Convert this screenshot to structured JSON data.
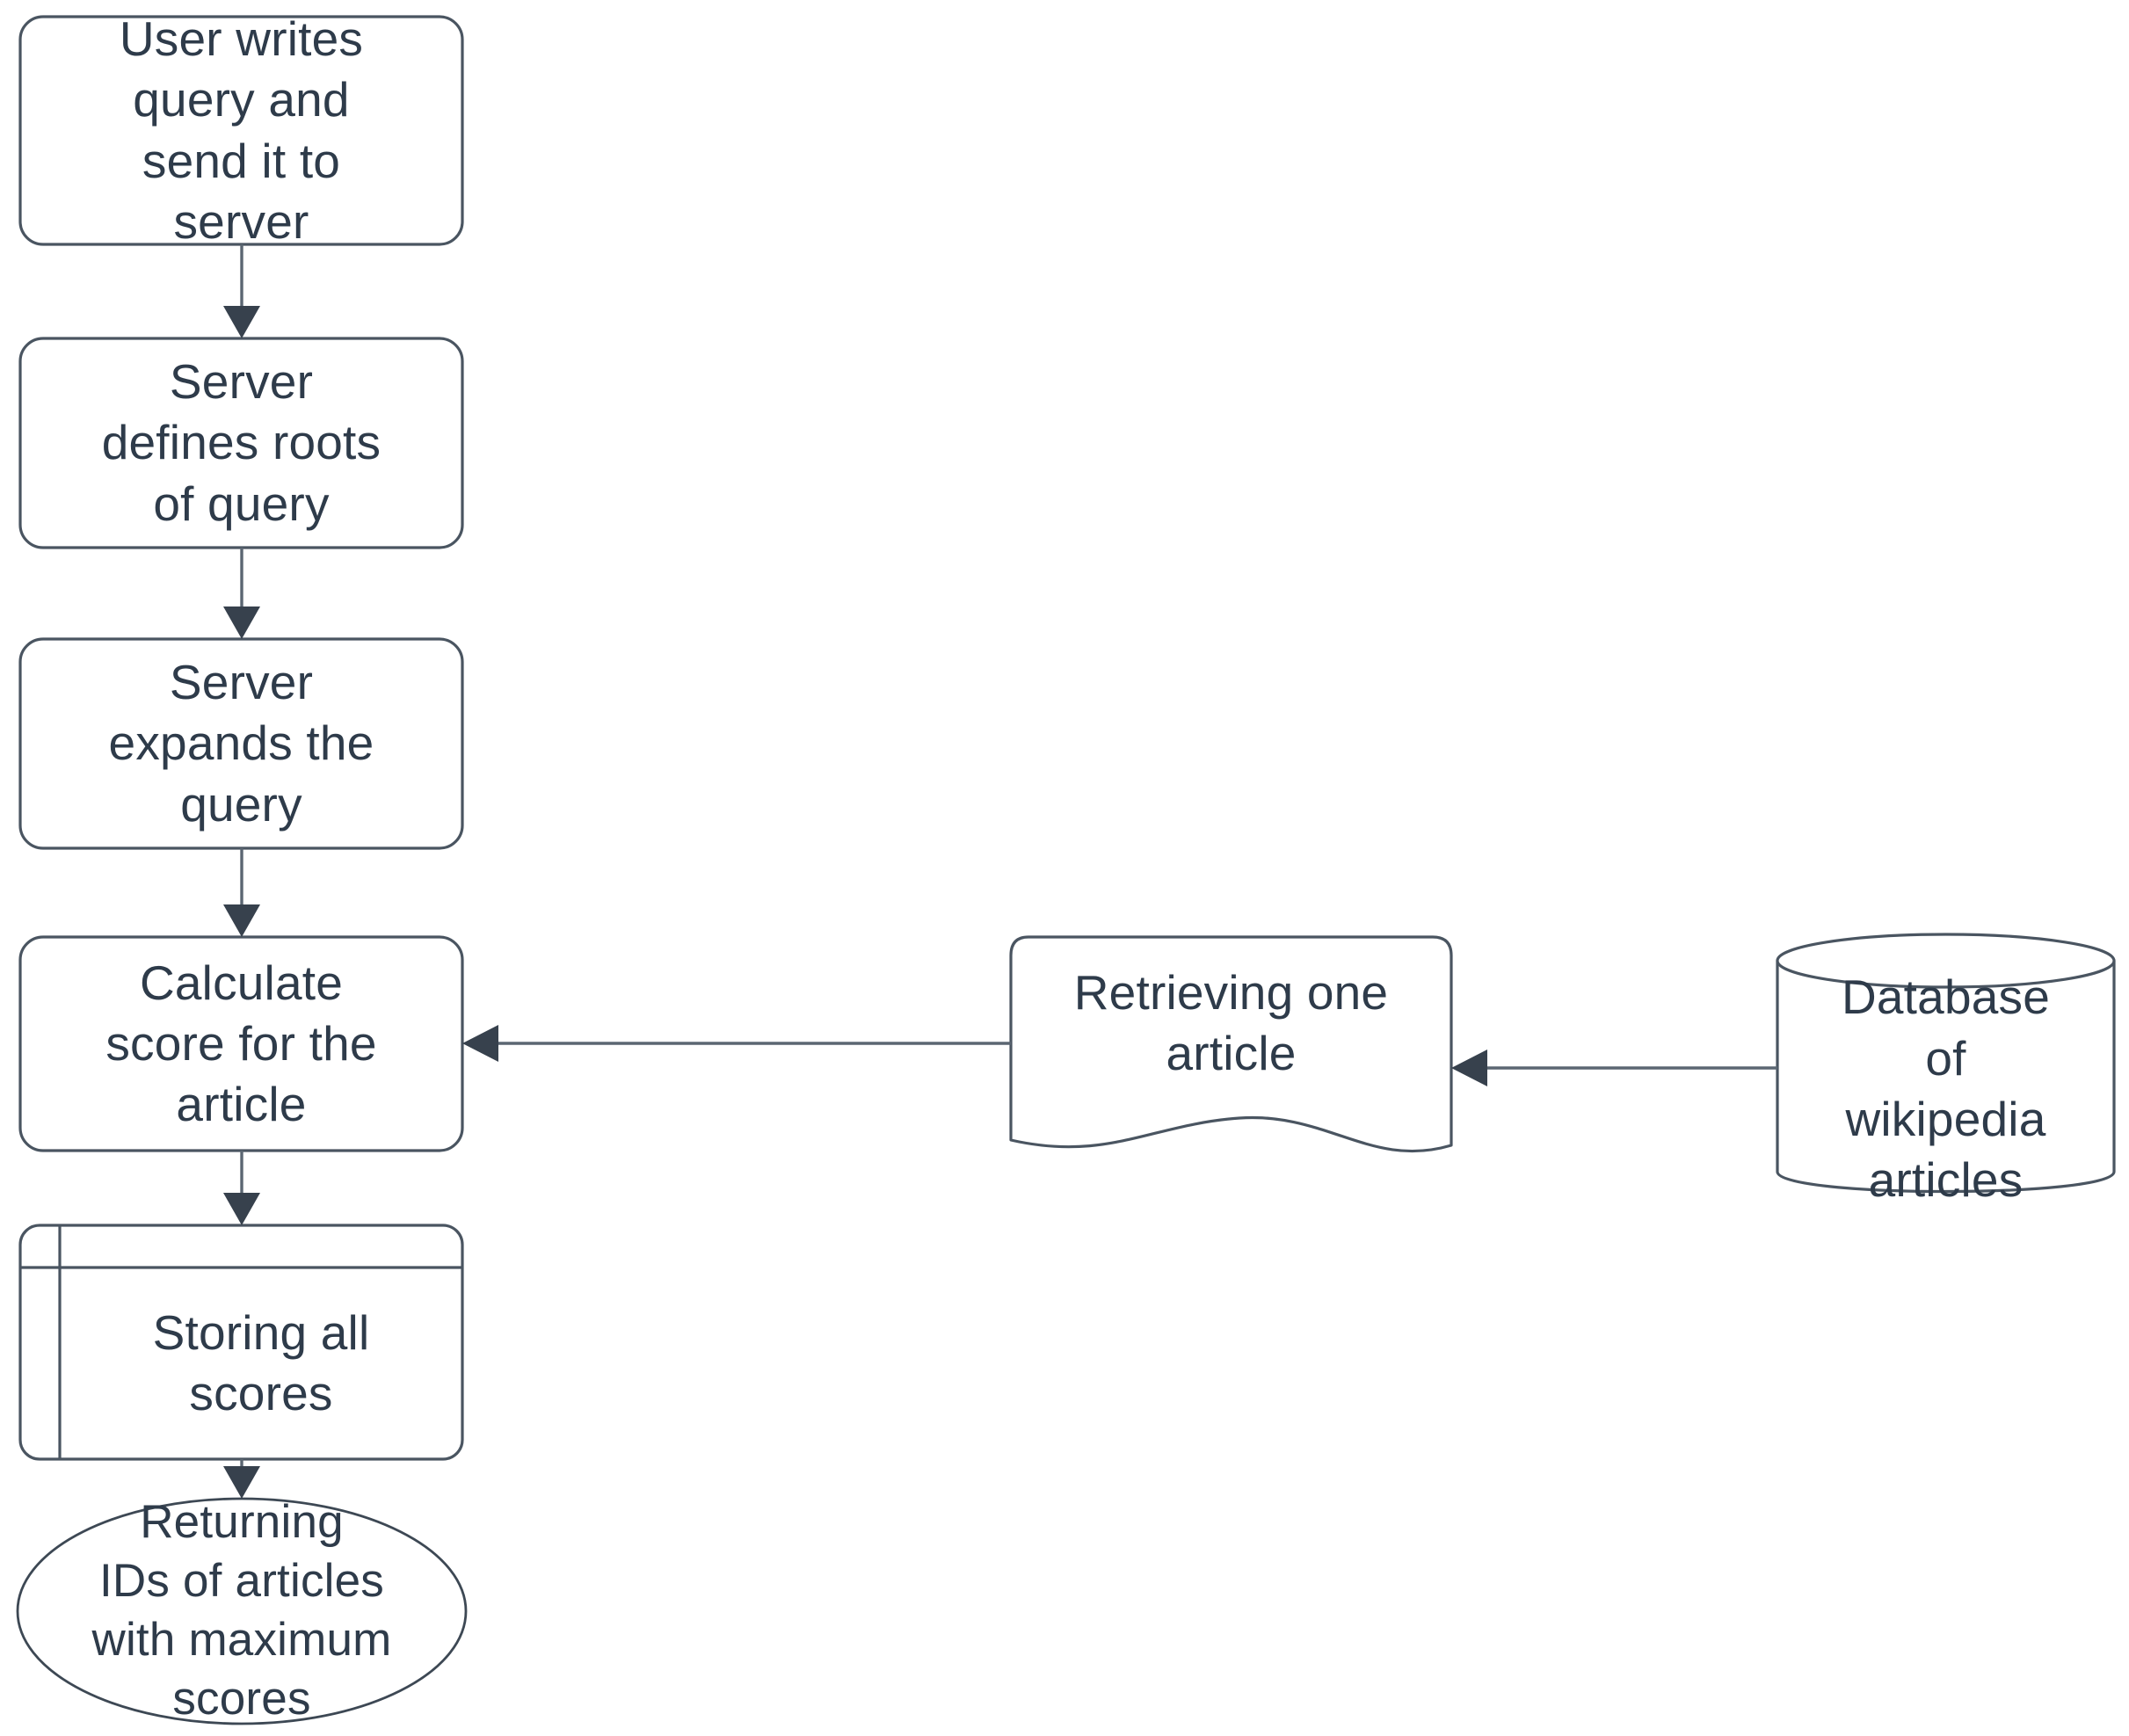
{
  "diagram": {
    "title": "Wikipedia article search pipeline flowchart",
    "theme": {
      "background": "#ffffff",
      "stroke": "#4a5561",
      "text": "#2e3b4a",
      "arrow": "#37414d",
      "connector": "#5b6672"
    },
    "nodes": [
      {
        "id": "user-writes-query",
        "shape": "rounded-rectangle",
        "label": "User writes\nquery and\nsend it to\nserver"
      },
      {
        "id": "server-defines-roots",
        "shape": "rounded-rectangle",
        "label": "Server\ndefines roots\nof query"
      },
      {
        "id": "server-expands-query",
        "shape": "rounded-rectangle",
        "label": "Server\nexpands the\nquery"
      },
      {
        "id": "calculate-score",
        "shape": "rounded-rectangle",
        "label": "Calculate\nscore for the\narticle"
      },
      {
        "id": "storing-all-scores",
        "shape": "internal-storage",
        "label": "Storing all\nscores"
      },
      {
        "id": "returning-ids",
        "shape": "ellipse",
        "label": "Returning\nIDs of articles\nwith maximum\nscores"
      },
      {
        "id": "retrieving-one-article",
        "shape": "document",
        "label": "Retrieving one\narticle"
      },
      {
        "id": "database-wikipedia",
        "shape": "cylinder",
        "label": "Database\nof\nwikipedia\narticles"
      }
    ],
    "edges": [
      {
        "id": "edge-1",
        "from": "user-writes-query",
        "to": "server-defines-roots",
        "direction": "down"
      },
      {
        "id": "edge-2",
        "from": "server-defines-roots",
        "to": "server-expands-query",
        "direction": "down"
      },
      {
        "id": "edge-3",
        "from": "server-expands-query",
        "to": "calculate-score",
        "direction": "down"
      },
      {
        "id": "edge-4",
        "from": "calculate-score",
        "to": "storing-all-scores",
        "direction": "down"
      },
      {
        "id": "edge-5",
        "from": "storing-all-scores",
        "to": "returning-ids",
        "direction": "down"
      },
      {
        "id": "edge-6",
        "from": "retrieving-one-article",
        "to": "calculate-score",
        "direction": "left"
      },
      {
        "id": "edge-7",
        "from": "database-wikipedia",
        "to": "retrieving-one-article",
        "direction": "left"
      }
    ]
  }
}
